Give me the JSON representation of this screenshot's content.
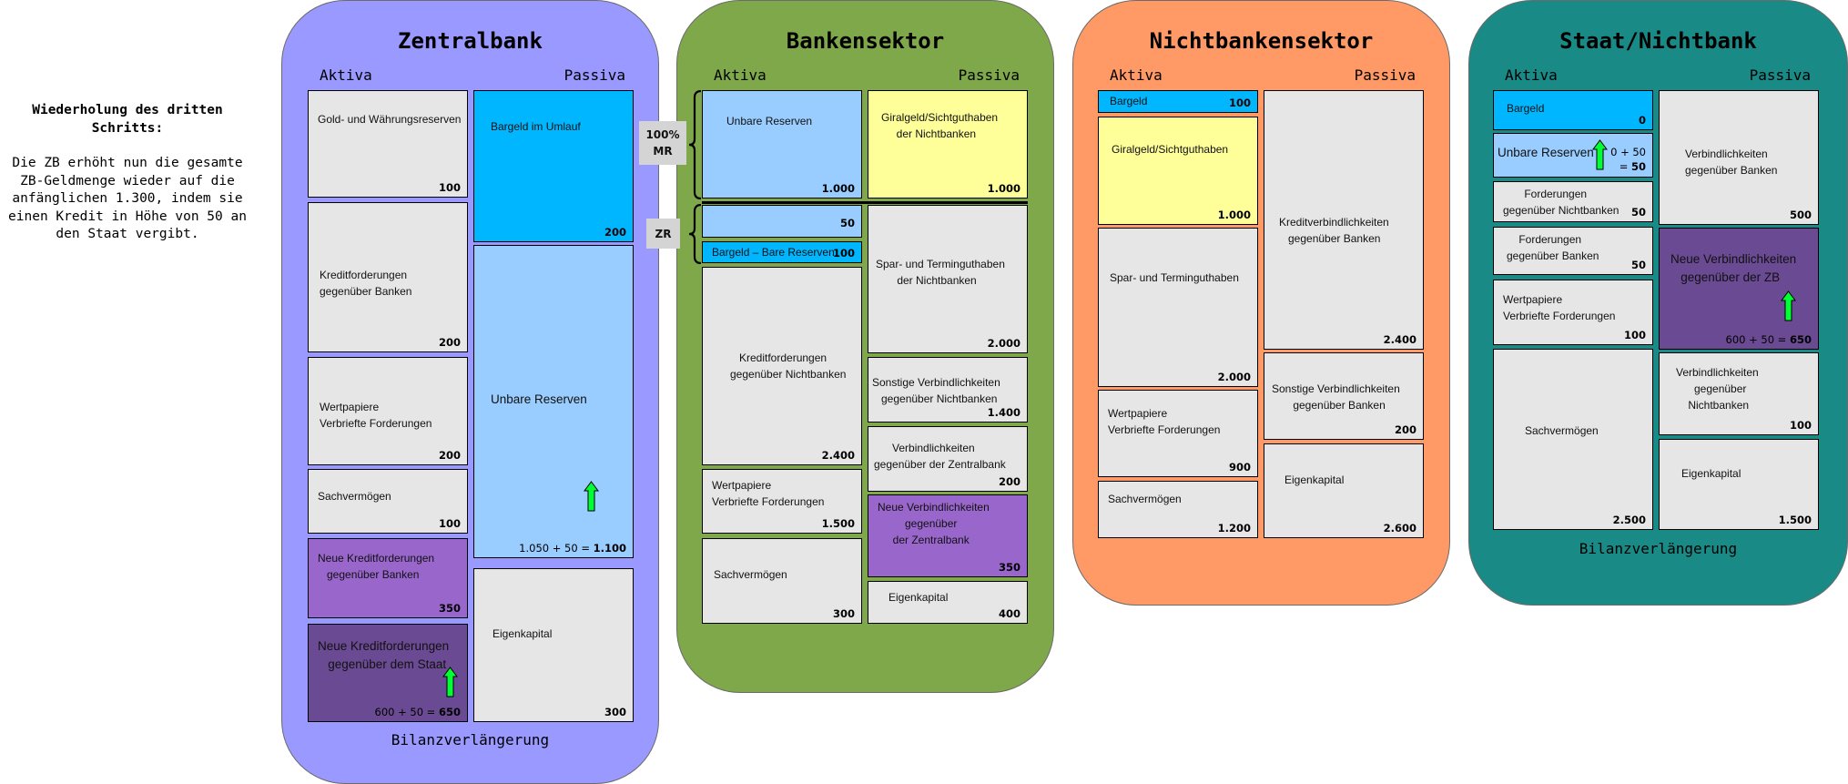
{
  "intro": {
    "heading": "Wiederholung des dritten Schritts:",
    "text": "Die ZB erhöht nun die gesamte ZB-Geldmenge wieder auf die anfänglichen 1.300, indem sie einen Kredit in Höhe von 50 an den Staat vergibt."
  },
  "colors": {
    "zentralbank_bg": "#9999ff",
    "bankensektor_bg": "#7ea84a",
    "nichtbanken_bg": "#ff9966",
    "staat_bg": "#1a8a86",
    "neutral_box": "#e6e6e6",
    "bargeld_box": "#00b7ff",
    "unbare_box": "#99ccff",
    "giral_box": "#ffff99",
    "purple_light": "#9966cc",
    "purple_dark": "#6a4a92",
    "arrow_green": "#00ff33",
    "tag_bg": "#d4d4d4"
  },
  "tags": {
    "mr": "100%\nMR",
    "zr": "ZR"
  },
  "panels": [
    {
      "id": "zentralbank",
      "title": "Zentralbank",
      "aktiva_label": "Aktiva",
      "passiva_label": "Passiva",
      "footer": "Bilanzverlängerung",
      "aktiva": [
        {
          "label": "Gold- und Währungsreserven",
          "value": "100",
          "color": "neutral"
        },
        {
          "label": "Kreditforderungen\ngegenüber Banken",
          "value": "200",
          "color": "neutral"
        },
        {
          "label": "Wertpapiere\nVerbriefte Forderungen",
          "value": "200",
          "color": "neutral"
        },
        {
          "label": "Sachvermögen",
          "value": "100",
          "color": "neutral"
        },
        {
          "label": "Neue Kreditforderungen\n   gegenüber Banken",
          "value": "350",
          "color": "purple_light"
        },
        {
          "label": "Neue Kreditforderungen\n   gegenüber dem Staat",
          "value_prefix": "600 + 50 = ",
          "value": "650",
          "color": "purple_dark",
          "arrow": true
        }
      ],
      "passiva": [
        {
          "label": "Bargeld im Umlauf",
          "value": "200",
          "color": "bargeld"
        },
        {
          "label": "Unbare Reserven",
          "value_prefix": "1.050 + 50 = ",
          "value": "1.100",
          "color": "unbare",
          "arrow": true
        },
        {
          "label": "Eigenkapital",
          "value": "300",
          "color": "neutral"
        }
      ]
    },
    {
      "id": "bankensektor",
      "title": "Bankensektor",
      "aktiva_label": "Aktiva",
      "passiva_label": "Passiva",
      "footer": "",
      "aktiva": [
        {
          "label": "Unbare Reserven",
          "value": "1.000",
          "color": "unbare"
        },
        {
          "label": "",
          "value": "50",
          "color": "unbare"
        },
        {
          "label": "Bargeld – Bare Reserven",
          "value": "100",
          "color": "bargeld"
        },
        {
          "label": "   Kreditforderungen\ngegenüber Nichtbanken",
          "value": "2.400",
          "color": "neutral"
        },
        {
          "label": "Wertpapiere\nVerbriefte Forderungen",
          "value": "1.500",
          "color": "neutral"
        },
        {
          "label": "Sachvermögen",
          "value": "300",
          "color": "neutral"
        }
      ],
      "passiva": [
        {
          "label": "Giralgeld/Sichtguthaben\n     der Nichtbanken",
          "value": "1.000",
          "color": "giral"
        },
        {
          "label": "Spar- und Terminguthaben\n       der Nichtbanken",
          "value": "2.000",
          "color": "neutral"
        },
        {
          "label": "Sonstige Verbindlichkeiten\n   gegenüber Nichtbanken",
          "value": "1.400",
          "color": "neutral"
        },
        {
          "label": "      Verbindlichkeiten\ngegenüber der Zentralbank",
          "value": "200",
          "color": "neutral"
        },
        {
          "label": "Neue Verbindlichkeiten\n         gegenüber\n     der Zentralbank",
          "value": "350",
          "color": "purple_light"
        },
        {
          "label": "Eigenkapital",
          "value": "400",
          "color": "neutral"
        }
      ]
    },
    {
      "id": "nichtbanken",
      "title": "Nichtbankensektor",
      "aktiva_label": "Aktiva",
      "passiva_label": "Passiva",
      "footer": "",
      "aktiva": [
        {
          "label": "Bargeld",
          "value": "100",
          "color": "bargeld"
        },
        {
          "label": "Giralgeld/Sichtguthaben",
          "value": "1.000",
          "color": "giral"
        },
        {
          "label": "Spar- und Terminguthaben",
          "value": "2.000",
          "color": "neutral"
        },
        {
          "label": "Wertpapiere\nVerbriefte Forderungen",
          "value": "900",
          "color": "neutral"
        },
        {
          "label": "Sachvermögen",
          "value": "1.200",
          "color": "neutral"
        }
      ],
      "passiva": [
        {
          "label": "Kreditverbindlichkeiten\n   gegenüber Banken",
          "value": "2.400",
          "color": "neutral"
        },
        {
          "label": "Sonstige Verbindlichkeiten\n       gegenüber Banken",
          "value": "200",
          "color": "neutral"
        },
        {
          "label": "Eigenkapital",
          "value": "2.600",
          "color": "neutral"
        }
      ]
    },
    {
      "id": "staat",
      "title": "Staat/Nichtbank",
      "aktiva_label": "Aktiva",
      "passiva_label": "Passiva",
      "footer": "Bilanzverlängerung",
      "aktiva": [
        {
          "label": "Bargeld",
          "value": "0",
          "color": "bargeld"
        },
        {
          "label": "Unbare Reserven",
          "value_prefix": "0 + 50\n= ",
          "value": "50",
          "color": "unbare",
          "arrow": true
        },
        {
          "label": "       Forderungen\ngegenüber Nichtbanken",
          "value": "50",
          "color": "neutral"
        },
        {
          "label": "    Forderungen\ngegenüber Banken",
          "value": "50",
          "color": "neutral"
        },
        {
          "label": "Wertpapiere\nVerbriefte Forderungen",
          "value": "100",
          "color": "neutral"
        },
        {
          "label": "Sachvermögen",
          "value": "2.500",
          "color": "neutral"
        }
      ],
      "passiva": [
        {
          "label": "Verbindlichkeiten\ngegenüber Banken",
          "value": "500",
          "color": "neutral"
        },
        {
          "label": "Neue Verbindlichkeiten\n   gegenüber der ZB",
          "value_prefix": "600 + 50 = ",
          "value": "650",
          "color": "purple_dark",
          "arrow": true
        },
        {
          "label": "Verbindlichkeiten\n      gegenüber\n    Nichtbanken",
          "value": "100",
          "color": "neutral"
        },
        {
          "label": "Eigenkapital",
          "value": "1.500",
          "color": "neutral"
        }
      ]
    }
  ]
}
